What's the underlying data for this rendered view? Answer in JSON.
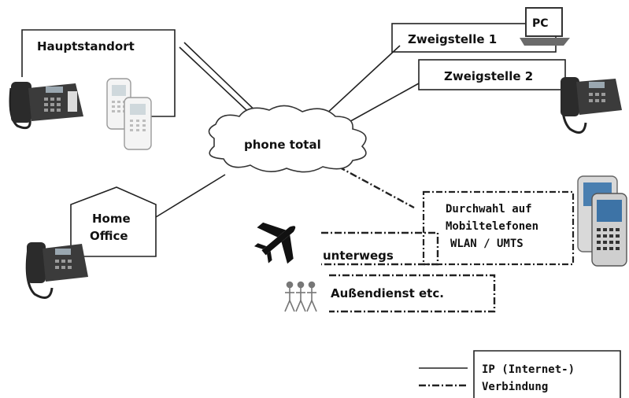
{
  "diagram": {
    "hub": "phone total",
    "headquarters": "Hauptstandort",
    "branch1": "Zweigstelle 1",
    "branch2": "Zweigstelle 2",
    "pc": "PC",
    "home_line1": "Home",
    "home_line2": "Office",
    "mobile_line1": "Durchwahl auf",
    "mobile_line2": "Mobiltelefonen",
    "mobile_line3": "WLAN / UMTS",
    "travel": "unterwegs",
    "field": "Außendienst etc.",
    "legend_line1": "IP (Internet-)",
    "legend_line2": "Verbindung"
  }
}
